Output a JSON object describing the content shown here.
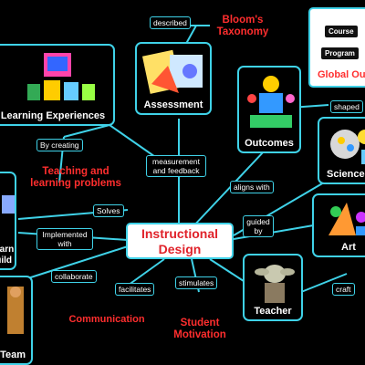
{
  "center": {
    "line1": "Instructional",
    "line2": "Design"
  },
  "nodes": {
    "learning": "Learning Experiences",
    "assessment": "Assessment",
    "outcomes": "Outcomes",
    "science": "Science",
    "art": "Art",
    "teacher": "Teacher",
    "team": "Team",
    "learn_left": "Learn",
    "build_left": "Build"
  },
  "global_box": {
    "course": "Course",
    "program": "Program",
    "title": "Global Outcomes"
  },
  "connectors": {
    "described": "described",
    "by_creating": "By creating",
    "measurement": "measurement and feedback",
    "aligns_with": "aligns with",
    "shaped": "shaped",
    "solves": "Solves",
    "implemented_with": "Implemented with",
    "guided_by": "guided by",
    "collaborate": "collaborate",
    "facilitates": "facilitates",
    "stimulates": "stimulates",
    "craft": "craft"
  },
  "concepts": {
    "blooms": "Bloom's Taxonomy",
    "teaching": "Teaching and learning problems",
    "communication": "Communication",
    "motivation": "Student Motivation"
  },
  "colors": {
    "background": "#000000",
    "border": "#3fd2e8",
    "concept": "#ff2e2e",
    "center_text": "#e0222a"
  }
}
